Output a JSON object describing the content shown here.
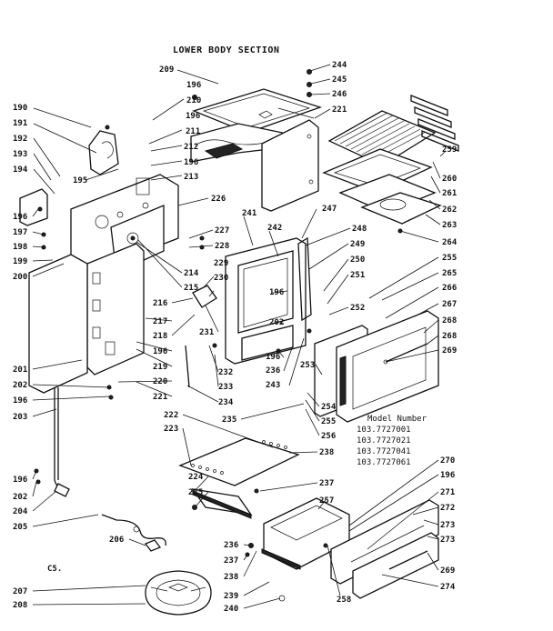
{
  "title": "LOWER BODY SECTION",
  "corner_mark": "C5.",
  "model": {
    "heading": "Model Number",
    "numbers": [
      "103.7727001",
      "103.7727021",
      "103.7727041",
      "103.7727061"
    ]
  },
  "callouts": {
    "c190": "190",
    "c191": "191",
    "c192": "192",
    "c193": "193",
    "c194": "194",
    "c195": "195",
    "c196": "196",
    "c197": "197",
    "c198": "198",
    "c199": "199",
    "c200": "200",
    "c201": "201",
    "c202": "202",
    "c203": "203",
    "c204": "204",
    "c205": "205",
    "c206": "206",
    "c207": "207",
    "c208": "208",
    "c209": "209",
    "c210": "210",
    "c211": "211",
    "c212": "212",
    "c213": "213",
    "c214": "214",
    "c215": "215",
    "c216": "216",
    "c217": "217",
    "c218": "218",
    "c219": "219",
    "c220": "220",
    "c221": "221",
    "c222": "222",
    "c223": "223",
    "c224": "224",
    "c225": "225",
    "c226": "226",
    "c227": "227",
    "c228": "228",
    "c229": "229",
    "c230": "230",
    "c231": "231",
    "c232": "232",
    "c233": "233",
    "c234": "234",
    "c235": "235",
    "c236": "236",
    "c237": "237",
    "c238": "238",
    "c239": "239",
    "c240": "240",
    "c241": "241",
    "c242": "242",
    "c243": "243",
    "c244": "244",
    "c245": "245",
    "c246": "246",
    "c247": "247",
    "c248": "248",
    "c249": "249",
    "c250": "250",
    "c251": "251",
    "c252": "252",
    "c253": "253",
    "c254": "254",
    "c255": "255",
    "c256": "256",
    "c257": "257",
    "c258": "258",
    "c259": "259",
    "c260": "260",
    "c261": "261",
    "c262": "262",
    "c263": "263",
    "c264": "264",
    "c265": "265",
    "c266": "266",
    "c267": "267",
    "c268": "268",
    "c269": "269",
    "c270": "270",
    "c271": "271",
    "c272": "272",
    "c273": "273",
    "c274": "274"
  }
}
